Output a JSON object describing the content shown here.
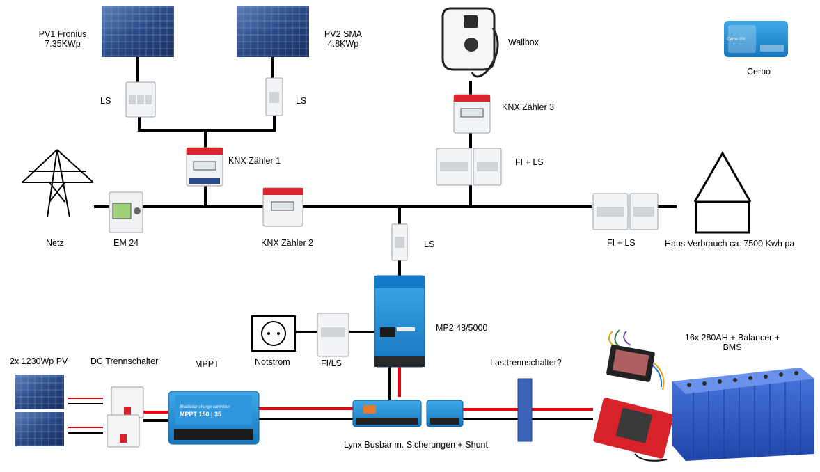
{
  "labels": {
    "pv1": "PV1 Fronius\n7.35KWp",
    "pv2": "PV2   SMA\n4.8KWp",
    "wallbox": "Wallbox",
    "cerbo": "Cerbo",
    "cerbo_device_text": "Cerbo GX",
    "ls_pv1": "LS",
    "ls_pv2": "LS",
    "knx1": "KNX Zähler 1",
    "knx2": "KNX Zähler 2",
    "knx3": "KNX Zähler 3",
    "fi_ls_top": "FI + LS",
    "netz": "Netz",
    "em24": "EM 24",
    "ls_mid": "LS",
    "fi_ls_house": "FI   +   LS",
    "haus": "Haus Verbrauch ca. 7500 Kwh pa",
    "mp2": "MP2 48/5000",
    "notstrom": "Notstrom",
    "fi_ls_small": "FI/LS",
    "pv_small": "2x 1230Wp PV",
    "dc_switch": "DC Trennschalter",
    "mppt": "MPPT",
    "mppt_device_text": "MPPT 150 | 35",
    "mppt_brand_text": "BlueSolar charge controller",
    "lasttrenn": "Lasttrennschalter?",
    "battery": "16x 280AH + Balancer +\nBMS",
    "lynx": "Lynx Busbar m. Sicherungen + Shunt"
  },
  "colors": {
    "wire": "#000000",
    "dc_positive": "#e8000b",
    "victron_blue": "#1f8fd6",
    "knx_red": "#d9262c",
    "meter_blue": "#2b4a8a",
    "solar_panel": "#2a4a86",
    "battery_blue": "#2a55c5",
    "disconnect_blue": "#3a62b8"
  }
}
